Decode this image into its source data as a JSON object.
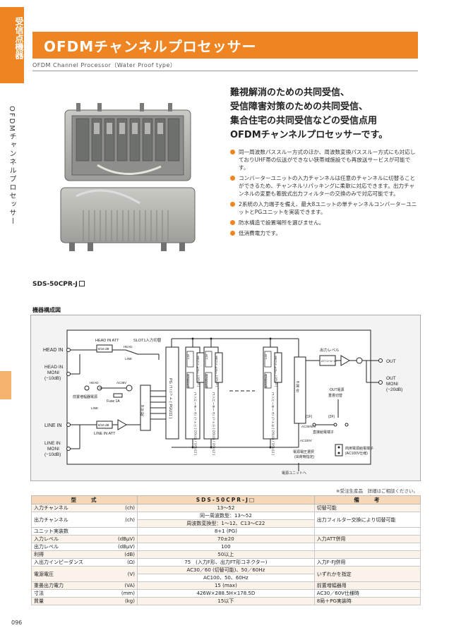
{
  "side": {
    "tab": "受信点機器",
    "vertical": "OFDMチャンネルプロセッサー"
  },
  "header": {
    "title": "OFDMチャンネルプロセッサー",
    "subtitle": "OFDM Channel Processor（Water Proof type）"
  },
  "headline": [
    "難視解消のための共同受信、",
    "受信障害対策のための共同受信、",
    "集合住宅の共同受信などの受信点用",
    "OFDMチャンネルプロセッサーです。"
  ],
  "features": [
    "同一周波数パススルー方式のほか、周波数変換パススルー方式にも対応しておりUHF帯の伝送ができない狭帯域施設でも再放送サービスが可能です。",
    "コンバーターユニットの入力チャンネルは任意のチャンネルに切替ることができるため、チャンネルリパッキングに柔軟に対応できます。出力チャンネルの変更も着脱式出力フィルターの交換のみで対応可能です。",
    "2系統の入力端子を備え、最大8ユニットの単チャンネルコンバーターユニットとPGユニットを実装できます。",
    "防水構造で設置場所を選びません。",
    "低消費電力です。"
  ],
  "model": "SDS-50CPR-J",
  "diagram": {
    "heading": "機器構成図",
    "head_in": "HEAD IN",
    "head_in_moni_1": "HEAD IN",
    "head_in_moni_2": "MONI",
    "head_in_moni_3": "(−10dB)",
    "line_in": "LINE IN",
    "line_in_moni_1": "LINE IN",
    "line_in_moni_2": "MONI",
    "line_in_moni_3": "(−10dB)",
    "head_in_att": "HEAD IN ATT",
    "slot1_switch": "SLOT1入力切替",
    "att_value": "8/16 dB",
    "head_small": "HEAD",
    "line_small": "LINE",
    "preamp_power": "前置増幅器電源",
    "line_small2": "LINE",
    "ac38v": "AC38V",
    "fuse": "Fuse 1A",
    "line_in_att": "LINE IN ATT",
    "splitter": "8 分 配",
    "pg_unit": "PG ユニット ( PGU11 )",
    "conv1": "コンバーターユニット① ( OSU11 / OSU12 )",
    "conv2": "コンバーターユニット② ( OSU11 / OSU12 )",
    "conv8": "コンバーターユニット⑧ ( OSU11 / OSU12 )",
    "filter1": "出力フィルター ( OFU11 )",
    "filter2": "出力フィルター ( OFU11 )",
    "filter8": "出力フィルター ( OFU11 )",
    "att_block": "ATT",
    "freq_conv": "周波数変換",
    "combiner": "8 混 合",
    "output_level": "出力レベル",
    "out_att": "ATT 0/−5/−10",
    "out": "OUT",
    "out_moni_1": "OUT",
    "out_moni_2": "MONI",
    "out_moni_3": "(−20dB)",
    "out_power_switch_1": "OUT電源",
    "out_power_switch_2": "重畳切替",
    "pos_1f": "(1F)",
    "pos_2f": "(2F)",
    "direct_terminal": "直接給電端子",
    "ac30_60v": "AC30/60V",
    "ac100v": "AC100V",
    "power_select_1": "電源電圧選択",
    "power_select_2": "(出荷時指定)",
    "supply_terminal_1": "商用電源給電端子",
    "supply_terminal_2": "(AC100V仕様)",
    "to_power_unit": "電源ユニットへ"
  },
  "note": "※受注生産品　詳細はご相談ください。",
  "table": {
    "headers": {
      "item": "型　　式",
      "value": "SDS-50CPR-J□",
      "note": "備　　考"
    },
    "rows": [
      {
        "item": "入力チャンネル",
        "unit": "(ch)",
        "value": "13～52",
        "note": "切替可能"
      },
      {
        "item": "出力チャンネル",
        "unit": "(ch)",
        "value": "同一周波数型：13～52",
        "value2": "周波数変換型：1～12、C13～C22",
        "note": "出力フィルター交換により切替可能"
      },
      {
        "item": "ユニット実装数",
        "unit": "",
        "value": "8+1 (PG)",
        "note": ""
      },
      {
        "item": "入力レベル",
        "unit": "(dBμV)",
        "value": "70±20",
        "note": "入力ATT併用"
      },
      {
        "item": "出力レベル",
        "unit": "(dBμV)",
        "value": "100",
        "note": ""
      },
      {
        "item": "利得",
        "unit": "(dB)",
        "value": "50以上",
        "note": ""
      },
      {
        "item": "入出力インピーダンス",
        "unit": "(Ω)",
        "value": "75　(入力F形、出力FT形コネクター)",
        "note": "入力F-FJ併用"
      },
      {
        "item": "電源電圧",
        "unit": "(V)",
        "value": "AC30／60 (切替可能)、50／60Hz",
        "value2": "AC100、50、60Hz",
        "note": "いずれかを指定"
      },
      {
        "item": "重畳出力電力",
        "unit": "(VA)",
        "value": "15 (max)",
        "note": "前置増幅器用"
      },
      {
        "item": "寸法",
        "unit": "(mm)",
        "value": "426W×288.5H×178.5D",
        "note": "AC30／60V仕様時"
      },
      {
        "item": "質量",
        "unit": "(kg)",
        "value": "15以下",
        "note": "8局＋PG実装時"
      }
    ]
  },
  "page_number": "096",
  "colors": {
    "accent": "#ee8522",
    "header_fill": "#f6d8b8"
  }
}
